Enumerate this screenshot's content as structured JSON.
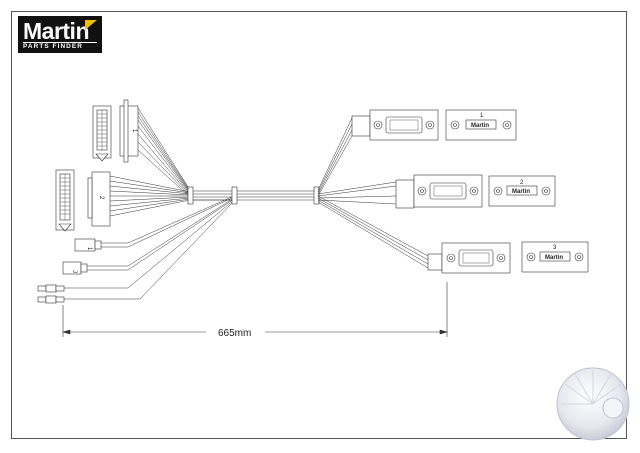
{
  "logo": {
    "brand": "Martin",
    "subtitle": "PARTS FINDER",
    "brand_color": "#f0c000"
  },
  "dimension": {
    "label": "665mm"
  },
  "connectors": {
    "top_left_block": "1",
    "mid_left_block": "2",
    "small_plug_upper": "1",
    "small_plug_lower": "J",
    "panel_1": {
      "number": "1",
      "label": "Martin"
    },
    "panel_2": {
      "number": "2",
      "label": "Martin"
    },
    "panel_3": {
      "number": "3",
      "label": "Martin"
    }
  },
  "colors": {
    "line": "#333333",
    "frame": "#555555"
  }
}
